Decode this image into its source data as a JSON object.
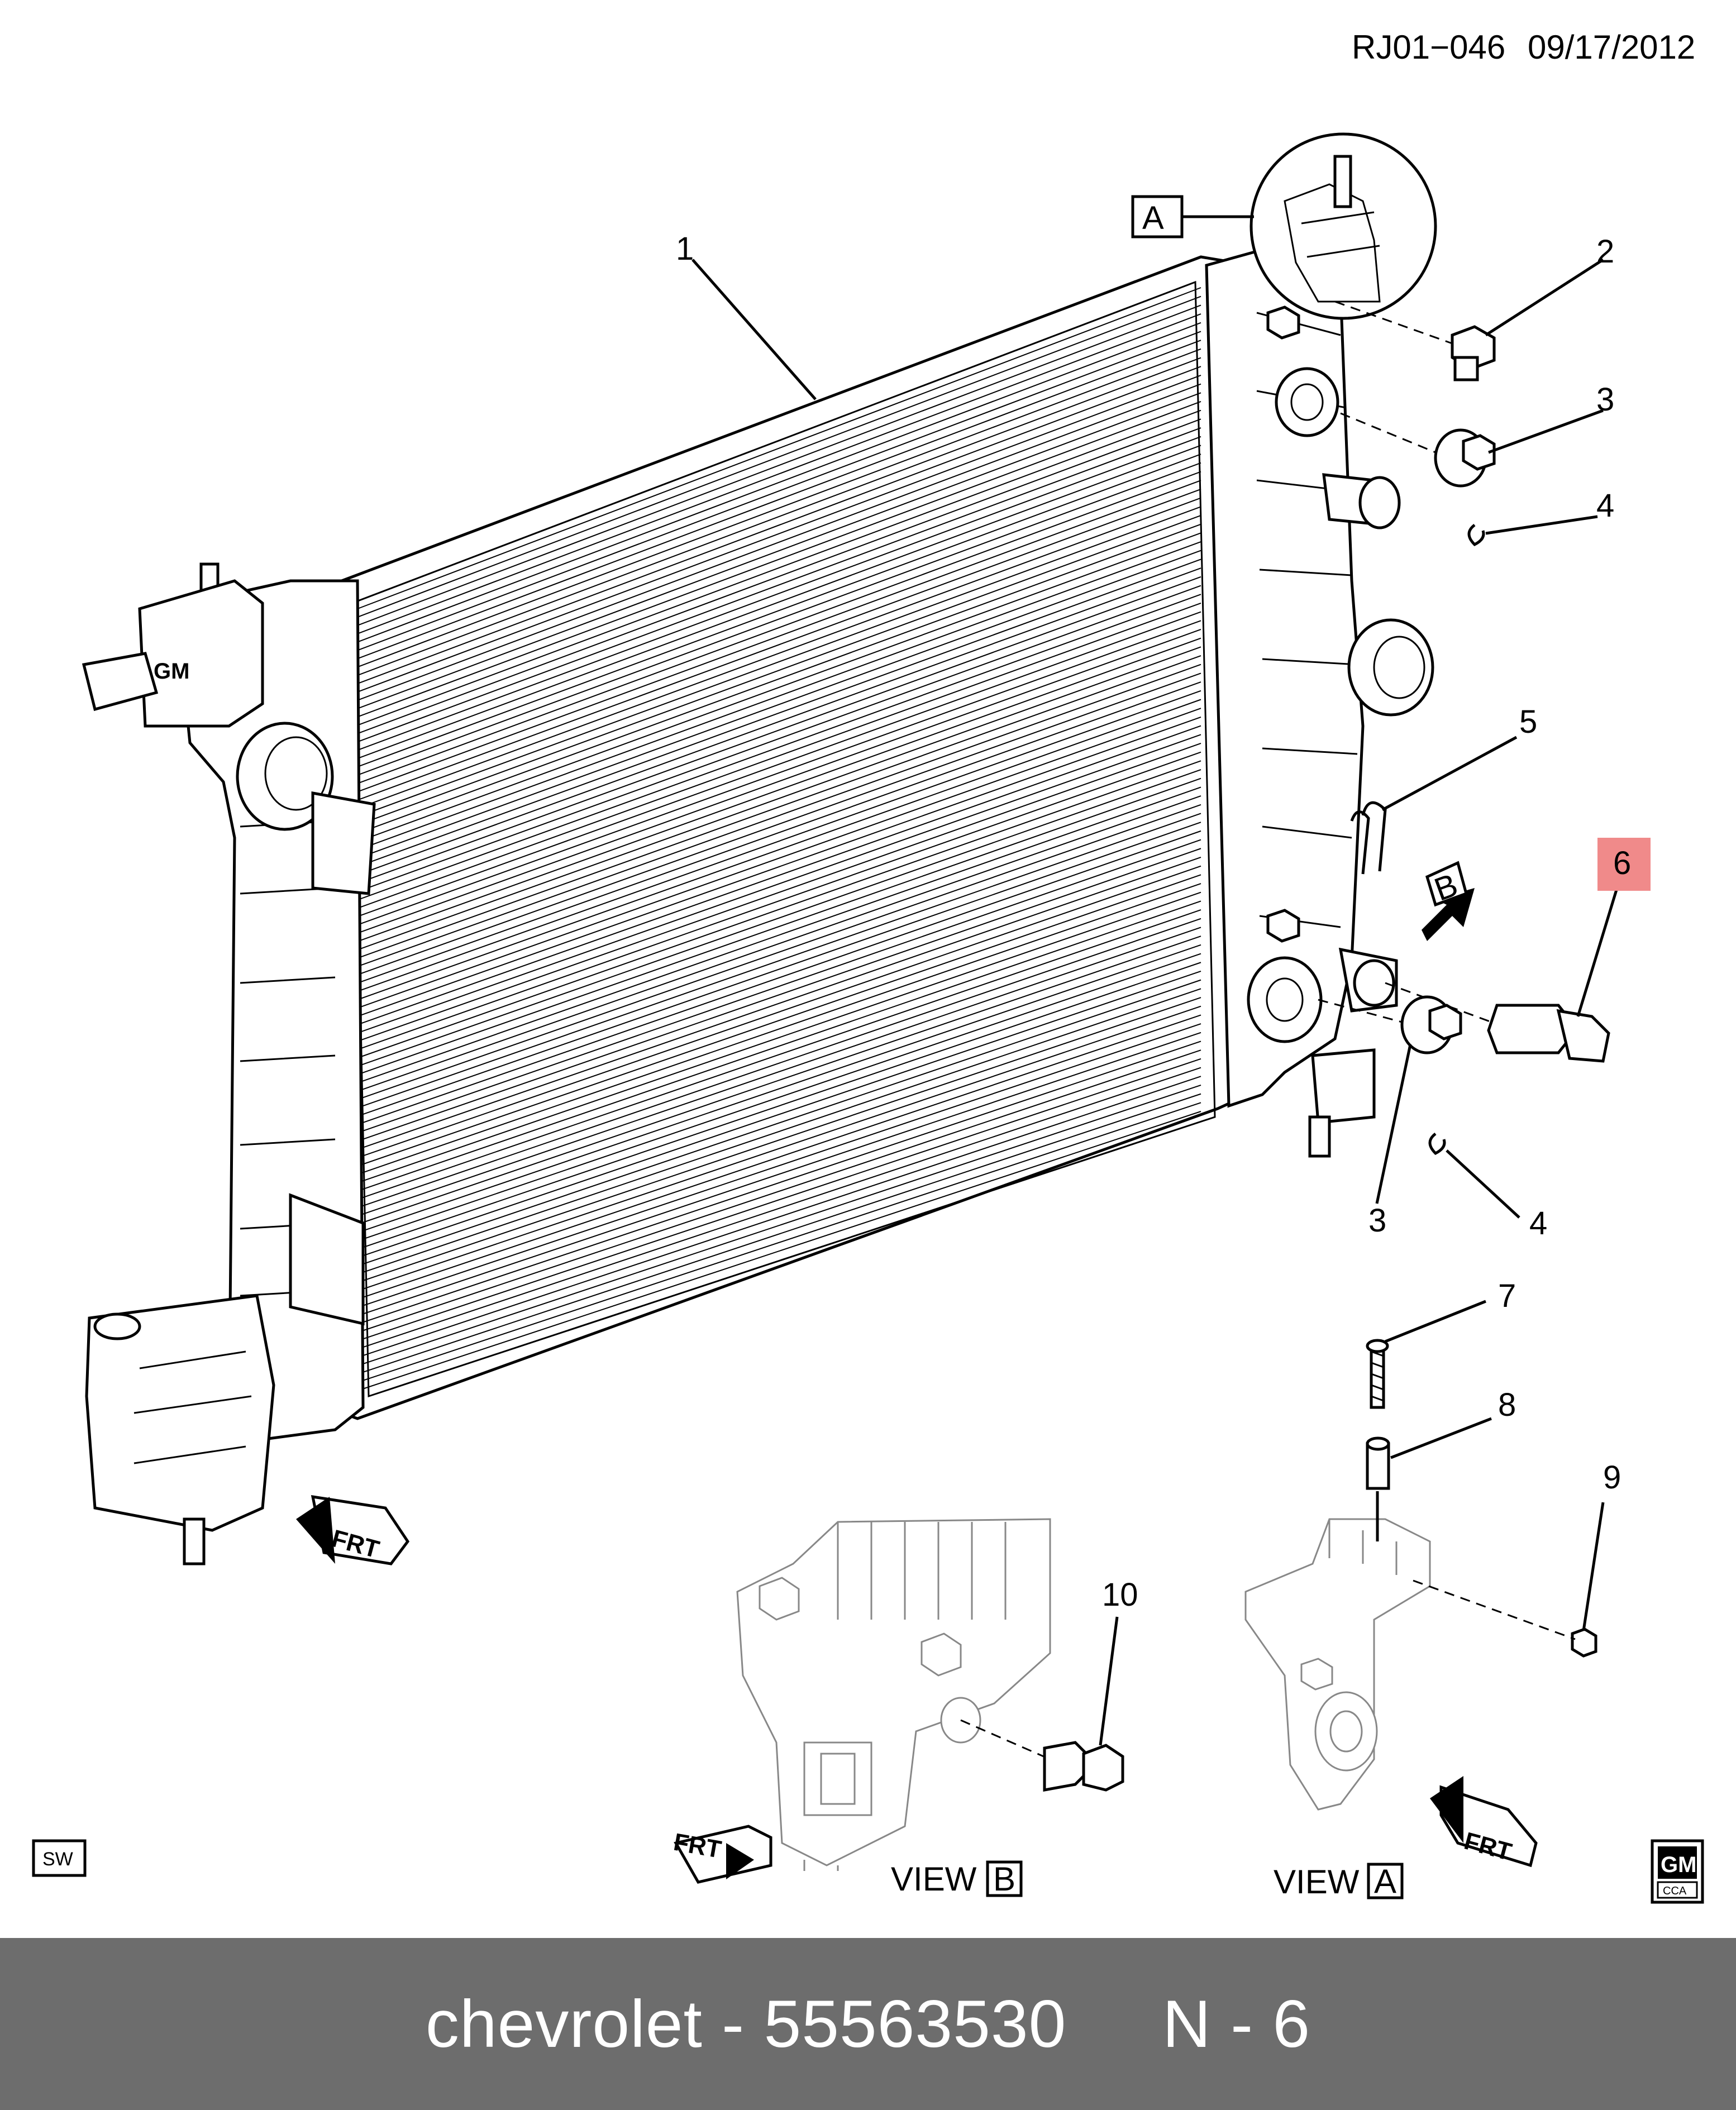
{
  "header": {
    "ref_code": "RJ01−046",
    "date": "09/17/2012"
  },
  "callouts": [
    "1",
    "2",
    "3",
    "4",
    "5",
    "6",
    "3",
    "4",
    "7",
    "8",
    "9",
    "10"
  ],
  "highlight_color": "#f08a8a",
  "view_markers": {
    "a": "A",
    "b": "B"
  },
  "views": {
    "view_b_word": "VIEW",
    "view_b_letter": "B",
    "view_a_word": "VIEW",
    "view_a_letter": "A"
  },
  "frt_label": "FRT",
  "badges": {
    "sw": "SW",
    "gm": "GM",
    "cca": "CCA"
  },
  "radiator_emblem": "GM",
  "footer": {
    "brand": "chevrolet",
    "separator": " - ",
    "part_number": "55563530",
    "gap": "     ",
    "ref": "N - 6"
  }
}
